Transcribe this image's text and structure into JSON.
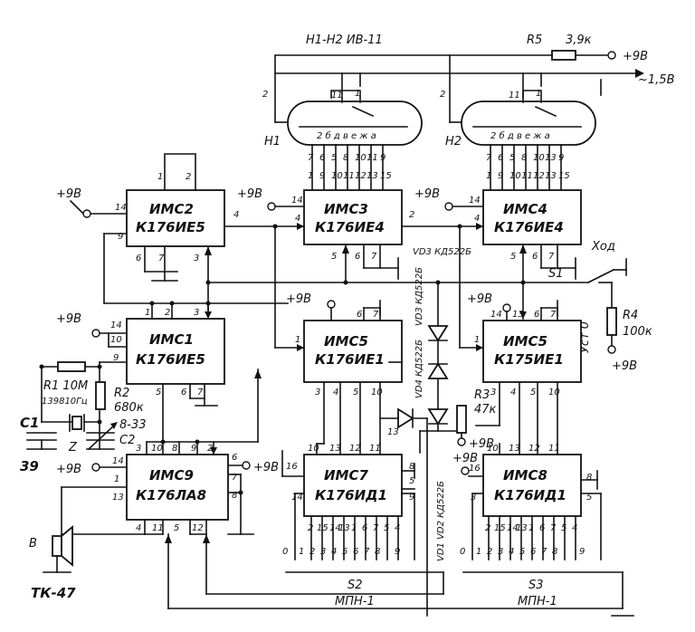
{
  "chips": {
    "ims1": {
      "name": "ИМС1",
      "type": "К176ИЕ5"
    },
    "ims2": {
      "name": "ИМС2",
      "type": "К176ИЕ5"
    },
    "ims3": {
      "name": "ИМС3",
      "type": "К176ИЕ4"
    },
    "ims4": {
      "name": "ИМС4",
      "type": "К176ИЕ4"
    },
    "ims5a": {
      "name": "ИМС5",
      "type": "К176ИЕ1"
    },
    "ims5b": {
      "name": "ИМС5",
      "type": "К175ИЕ1"
    },
    "ims7": {
      "name": "ИМС7",
      "type": "К176ИД1"
    },
    "ims8": {
      "name": "ИМС8",
      "type": "К176ИД1"
    },
    "ims9": {
      "name": "ИМС9",
      "type": "К176ЛА8"
    }
  },
  "indicators": {
    "title": "Н1-Н2  ИВ-11",
    "h1": "Н1",
    "h2": "Н2",
    "grid_letters": "2 б д в е ж а"
  },
  "resistors": {
    "r5": {
      "name": "R5",
      "value": "3,9к"
    },
    "r4": {
      "name": "R4",
      "value": "100к"
    },
    "r3": {
      "name": "R3",
      "value": "47к"
    },
    "r2": {
      "name": "R2",
      "value": "680к"
    },
    "r1": {
      "name": "R1 10М",
      "value": "139810Гц"
    }
  },
  "diodes": {
    "vd1": "VD1 VD2 КД522Б",
    "vd3": "VD3 КД522Б",
    "vd4": "VD4 КД522Б"
  },
  "caps": {
    "c1": "С1",
    "c2": "С2",
    "c2_value": "8-33",
    "c3": "39"
  },
  "crystal": {
    "label": "Z"
  },
  "supply": {
    "p9": "+9В",
    "p9_bold": "+9В",
    "filament": "~1,5В"
  },
  "switches": {
    "s1": "S1",
    "s2": "S2",
    "s3": "S3",
    "mpn": "МПН-1",
    "hod": "Ход",
    "ust": "Уст 0"
  },
  "speaker": {
    "label": "ТК-47",
    "side": "В"
  },
  "pins": {
    "p1": "1",
    "p2": "2",
    "p3": "3",
    "p4": "4",
    "p5": "5",
    "p6": "6",
    "p7": "7",
    "p8": "8",
    "p9": "9",
    "p10": "10",
    "p11": "11",
    "p12": "12",
    "p13": "13",
    "p14": "14",
    "p15": "15",
    "p16": "16",
    "p0": "0"
  }
}
